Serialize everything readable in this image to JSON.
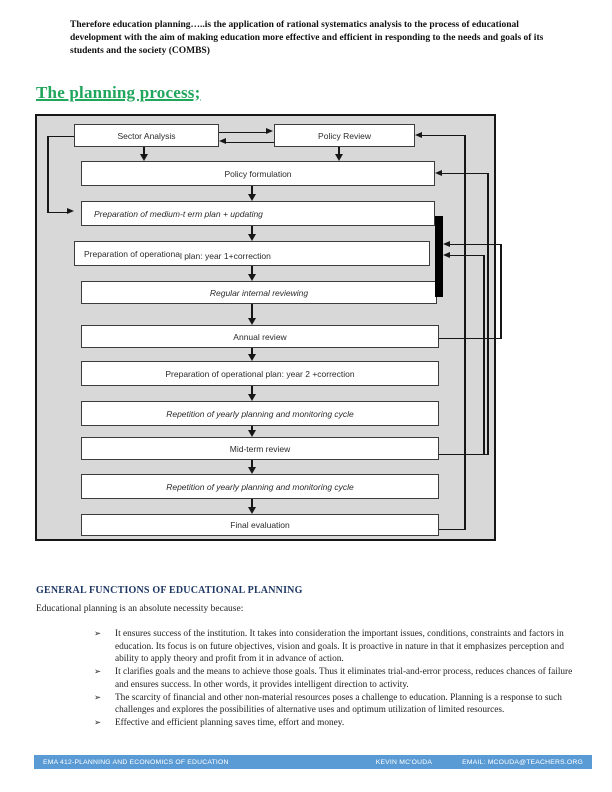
{
  "page": {
    "intro_paragraph": "Therefore education planning…..is the application of rational systematics analysis to the process of educational development with the aim of making education more effective and efficient in responding to the needs and goals of its students and the society (COMBS)",
    "section_heading": "The planning process;"
  },
  "diagram": {
    "boxes": [
      {
        "label": "Sector Analysis"
      },
      {
        "label": "Policy Review"
      },
      {
        "label": "Policy formulation"
      },
      {
        "label": "Preparation of medium-t erm plan + updating"
      },
      {
        "label_part1": "Preparation of operationa",
        "label_part2": "l plan: year 1+correction"
      },
      {
        "label": "Regular internal reviewing"
      },
      {
        "label": "Annual review"
      },
      {
        "label": "Preparation of operational plan: year 2 +correction"
      },
      {
        "label": "Repetition of yearly planning and monitoring cycle"
      },
      {
        "label": "Mid-term review"
      },
      {
        "label": "Repetition of yearly planning and monitoring cycle"
      },
      {
        "label": "Final evaluation"
      }
    ]
  },
  "functions_section": {
    "heading": "GENERAL FUNCTIONS OF EDUCATIONAL PLANNING",
    "intro": "Educational planning is an absolute necessity because:",
    "bullet_marker": "➢",
    "bullets": [
      "It ensures success of the institution. It takes into consideration the important issues, conditions, constraints and factors in education. Its focus is on future objectives, vision and goals. It is proactive in nature in that it emphasizes perception and ability to apply theory and profit from it in advance of action.",
      "It clarifies goals and the means to achieve those goals. Thus it eliminates trial-and-error process, reduces chances of failure and ensures success. In other words, it provides intelligent direction to activity.",
      "The scarcity of financial and other non-material resources poses a challenge to education. Planning is a response to such challenges and explores the possibilities of alternative uses and optimum utilization of limited resources.",
      "Effective and efficient planning saves time, effort and money."
    ]
  },
  "footer": {
    "course": "EMA 412-PLANNING AND ECONOMICS OF EDUCATION",
    "author": "KEVIN MC'OUDA",
    "email": "EMAIL: MCOUDA@TEACHERS.ORG"
  },
  "colors": {
    "section_heading_green": "#21a65d",
    "functions_heading_navy": "#1f3864",
    "footer_blue": "#5b9bd5",
    "diagram_background": "#d8d8d8"
  }
}
